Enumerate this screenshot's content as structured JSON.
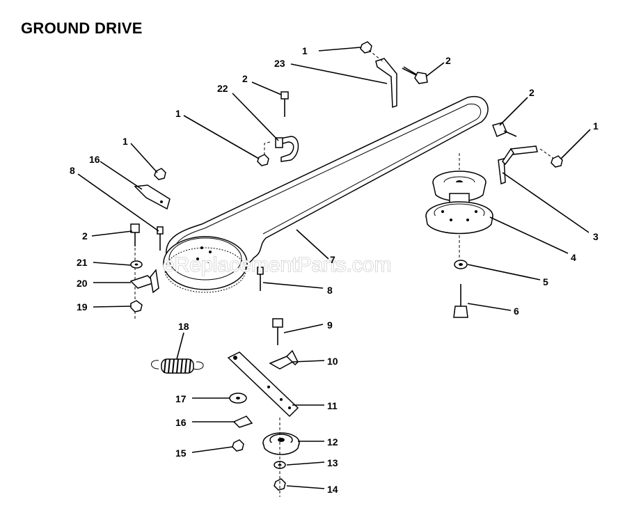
{
  "title": "GROUND DRIVE",
  "watermark": "eReplacementParts.com",
  "callouts": {
    "c1a": "1",
    "c23": "23",
    "c2a": "2",
    "c2b": "2",
    "c22": "22",
    "c1b": "1",
    "c2c": "2",
    "c1c": "1",
    "c1d": "1",
    "c16a": "16",
    "c8a": "8",
    "c3": "3",
    "c4": "4",
    "c2d": "2",
    "c21": "21",
    "c7": "7",
    "c20": "20",
    "c8b": "8",
    "c5": "5",
    "c19": "19",
    "c6": "6",
    "c18": "18",
    "c9": "9",
    "c10": "10",
    "c17": "17",
    "c11": "11",
    "c16b": "16",
    "c12": "12",
    "c15": "15",
    "c13": "13",
    "c14": "14"
  }
}
